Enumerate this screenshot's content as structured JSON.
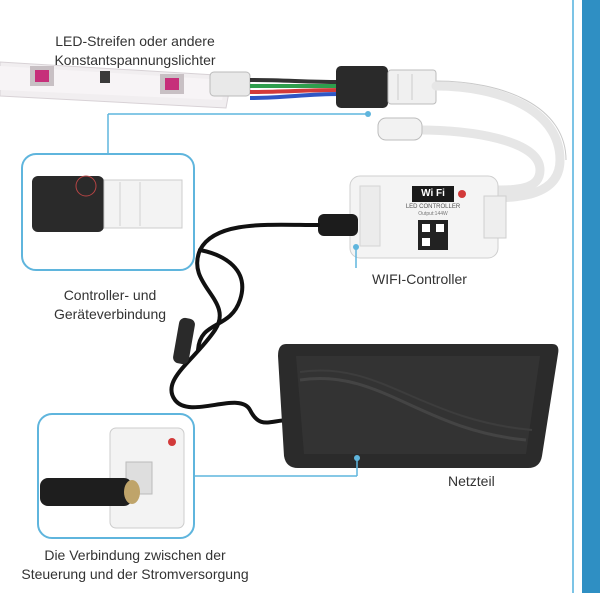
{
  "labels": {
    "led_strip": [
      "LED-Streifen oder andere",
      "Konstantspannungslichter"
    ],
    "controller_connection": [
      "Controller- und",
      "Geräteverbindung"
    ],
    "wifi_controller": "WIFI-Controller",
    "power_supply": "Netzteil",
    "control_power_connection": [
      "Die Verbindung zwischen der",
      "Steuerung und der Stromversorgung"
    ]
  },
  "device": {
    "controller_badge": "Wi Fi",
    "controller_text": "LED CONTROLLER",
    "controller_output": "Output:144W"
  },
  "colors": {
    "accent": "#2f8fc3",
    "callout_border": "#5fb5dd",
    "device_body": "#f4f4f4",
    "adapter_body": "#2b2b2b",
    "cable": "#111111",
    "wire_red": "#d23a3a",
    "wire_green": "#2f9e4d",
    "wire_blue": "#2f56c5"
  }
}
